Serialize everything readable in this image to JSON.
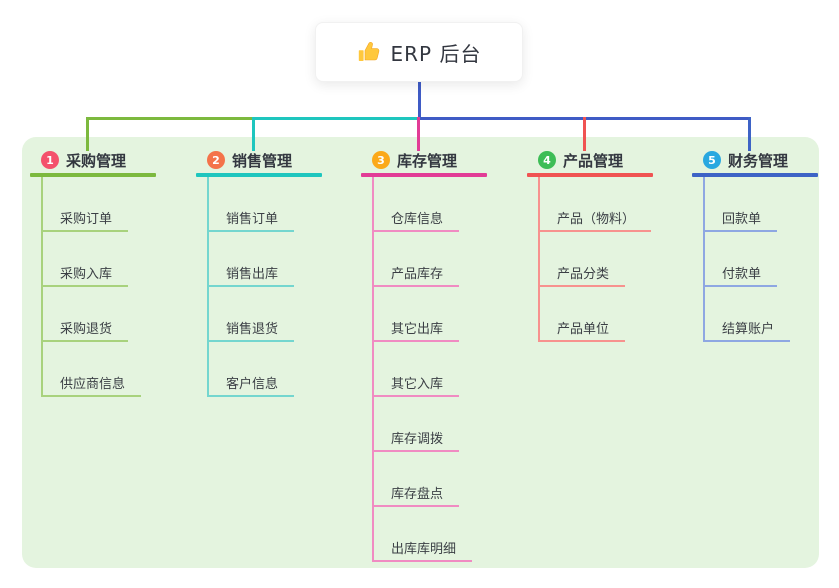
{
  "root": {
    "label": "ERP 后台",
    "icon": "thumbs-up-icon",
    "icon_color": "#F7B question500",
    "line_color": "#3F5BC5"
  },
  "panel": {
    "background": "#E4F4DF"
  },
  "thumb": {
    "fill": "#FFC83D",
    "shade": "#F5A623"
  },
  "branches": [
    {
      "number": "1",
      "title": "采购管理",
      "badge_color": "#F4516C",
      "line_color": "#7CB93E",
      "child_line_color": "#A8D27D",
      "children": [
        "采购订单",
        "采购入库",
        "采购退货",
        "供应商信息"
      ]
    },
    {
      "number": "2",
      "title": "销售管理",
      "badge_color": "#F4734A",
      "line_color": "#1EC6BE",
      "child_line_color": "#74D6CF",
      "children": [
        "销售订单",
        "销售出库",
        "销售退货",
        "客户信息"
      ]
    },
    {
      "number": "3",
      "title": "库存管理",
      "badge_color": "#FBA919",
      "line_color": "#E23C96",
      "child_line_color": "#F08BC2",
      "children": [
        "仓库信息",
        "产品库存",
        "其它出库",
        "其它入库",
        "库存调拨",
        "库存盘点",
        "出库库明细"
      ]
    },
    {
      "number": "4",
      "title": "产品管理",
      "badge_color": "#3DBD56",
      "line_color": "#F05352",
      "child_line_color": "#F7928E",
      "children": [
        "产品（物料）",
        "产品分类",
        "产品单位"
      ]
    },
    {
      "number": "5",
      "title": "财务管理",
      "badge_color": "#29A8E0",
      "line_color": "#3D63C6",
      "child_line_color": "#8EA7E2",
      "children": [
        "回款单",
        "付款单",
        "结算账户"
      ]
    }
  ]
}
